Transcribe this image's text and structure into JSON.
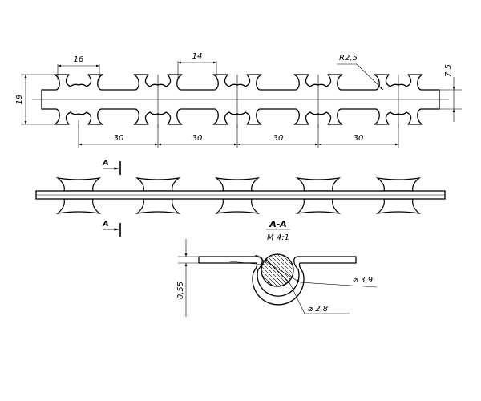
{
  "top_view": {
    "dim_16": "16",
    "dim_14": "14",
    "dim_radius": "R2,5",
    "dim_7_5": "7,5",
    "dim_19": "19",
    "pitch": [
      "30",
      "30",
      "30",
      "30"
    ]
  },
  "side_view": {
    "section_mark_top": "A",
    "section_mark_bottom": "A"
  },
  "section": {
    "title": "A-A",
    "scale": "M 4:1",
    "dim_thickness": "0,55",
    "dim_outer": "⌀ 3,9",
    "dim_inner": "⌀ 2,8"
  }
}
